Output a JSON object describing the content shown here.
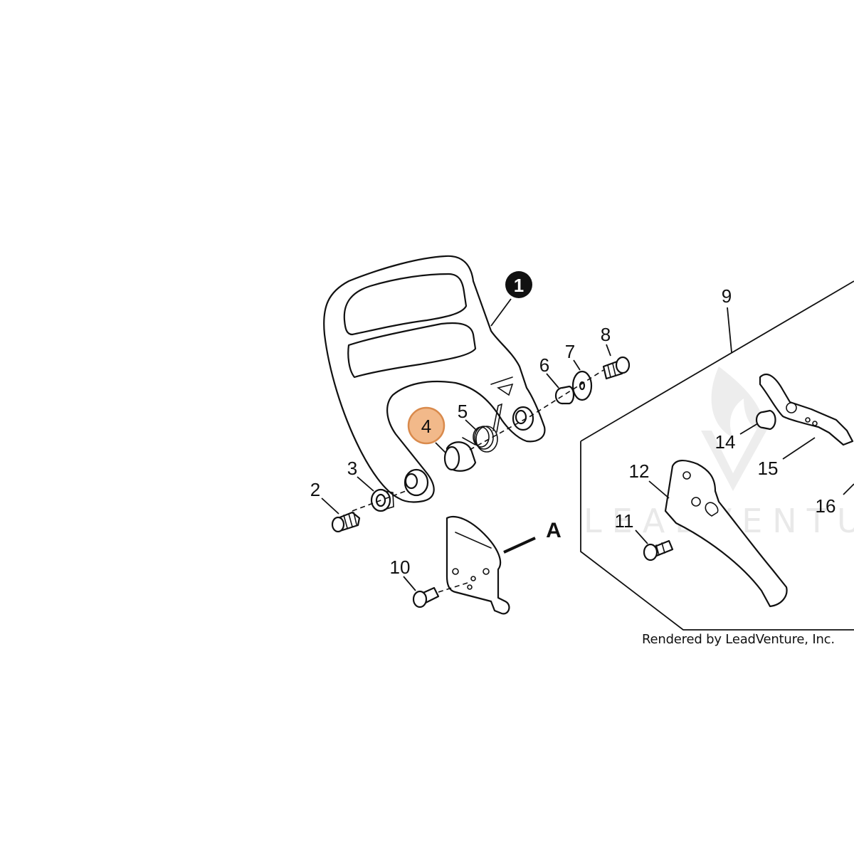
{
  "callouts": {
    "c1": "1",
    "c2": "2",
    "c3": "3",
    "c4": "4",
    "c5": "5",
    "c6": "6",
    "c7": "7",
    "c8": "8",
    "c9": "9",
    "c10": "10",
    "c11": "11",
    "c12": "12",
    "c14": "14",
    "c15": "15",
    "c16": "16",
    "cA": "A"
  },
  "highlight_color": "#f2b98a",
  "highlight_stroke": "#d98a4c",
  "watermark_text": "LEADVENTURE",
  "credit": "Rendered by LeadVenture, Inc."
}
